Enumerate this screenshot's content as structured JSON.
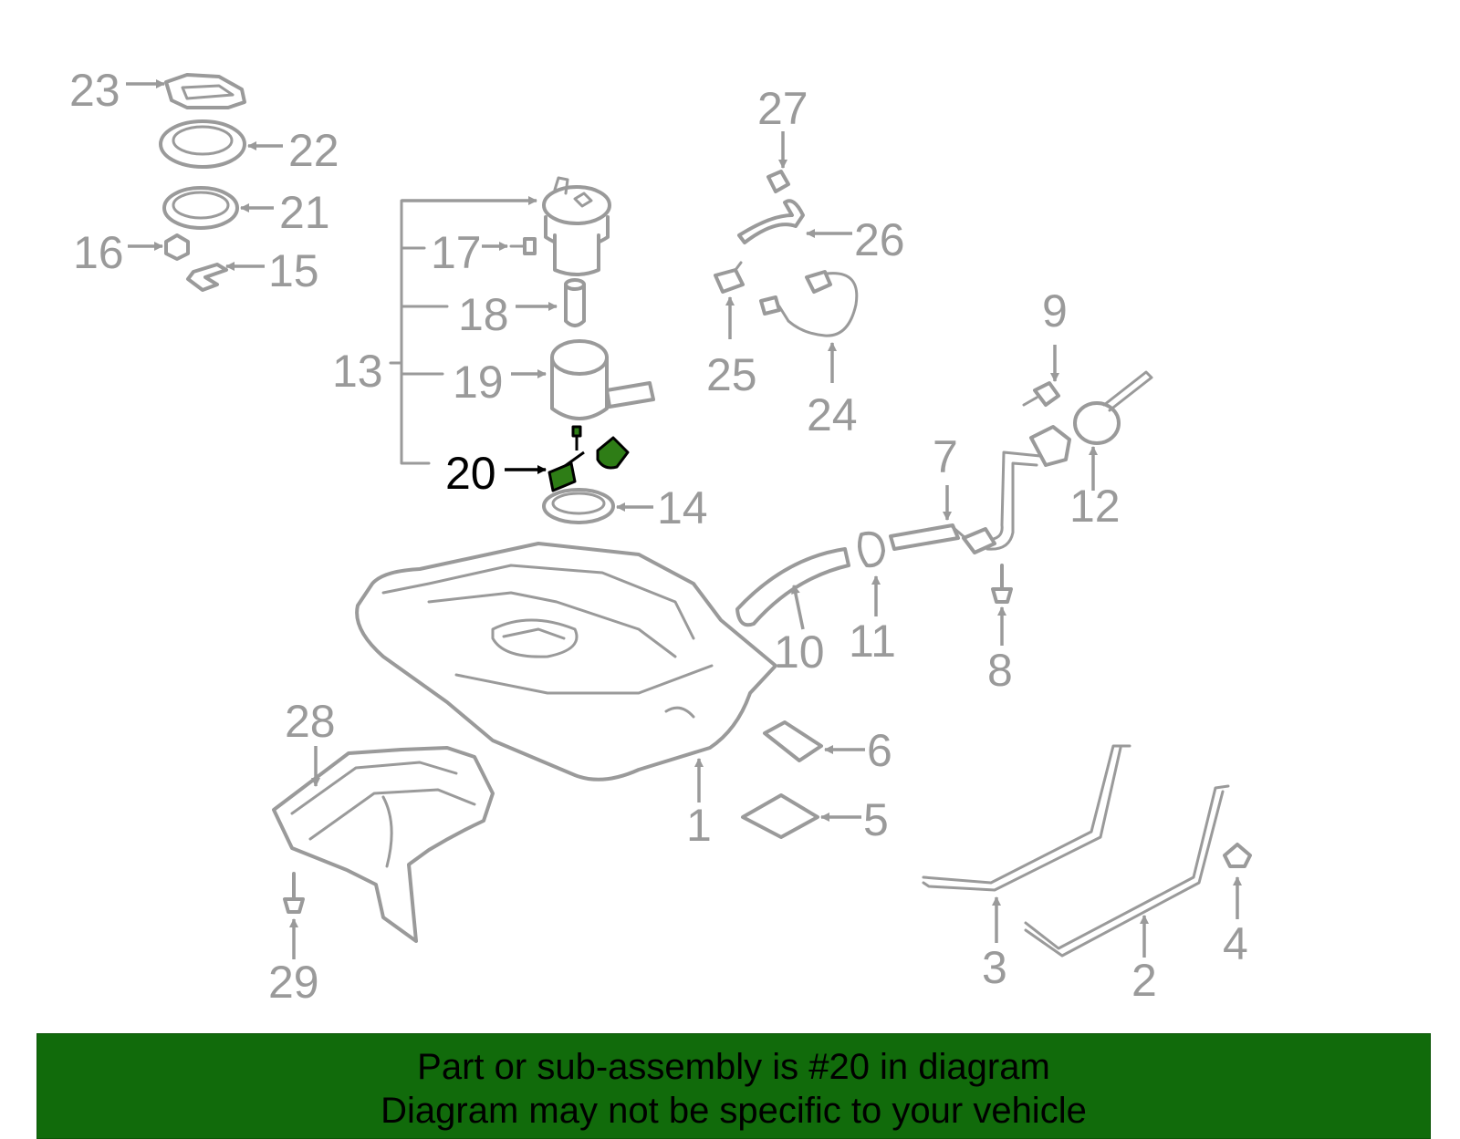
{
  "diagram": {
    "highlight_color": "#2e7d16",
    "line_color": "#9a9a9a",
    "highlighted_part": "20",
    "labels": [
      "1",
      "2",
      "3",
      "4",
      "5",
      "6",
      "7",
      "8",
      "9",
      "10",
      "11",
      "12",
      "13",
      "14",
      "15",
      "16",
      "17",
      "18",
      "19",
      "20",
      "21",
      "22",
      "23",
      "24",
      "25",
      "26",
      "27",
      "28",
      "29"
    ]
  },
  "banner": {
    "background": "#116b0b",
    "line1": "Part or sub-assembly is #20 in diagram",
    "line2": "Diagram may not be specific to your vehicle"
  }
}
